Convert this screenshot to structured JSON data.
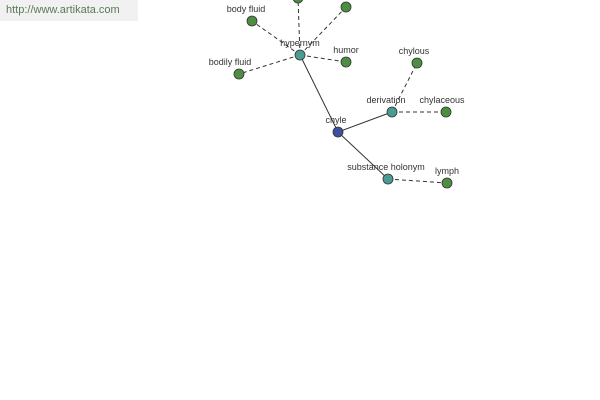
{
  "banner": {
    "url": "http://www.artikata.com"
  },
  "colors": {
    "center": "#3e4fa2",
    "relation": "#4b9a93",
    "word": "#4e8e43",
    "stroke": "#333333",
    "text": "#333333"
  },
  "graph": {
    "nodes": [
      {
        "id": "chyle",
        "label": "chyle",
        "kind": "center"
      },
      {
        "id": "hypernym",
        "label": "hypernym",
        "kind": "relation"
      },
      {
        "id": "derivation",
        "label": "derivation",
        "kind": "relation"
      },
      {
        "id": "substance-holonym",
        "label": "substance holonym",
        "kind": "relation"
      },
      {
        "id": "body-fluid",
        "label": "body fluid",
        "kind": "word"
      },
      {
        "id": "bodily-fluid",
        "label": "bodily fluid",
        "kind": "word"
      },
      {
        "id": "humor",
        "label": "humor",
        "kind": "word"
      },
      {
        "id": "hyp-top-a",
        "label": "",
        "kind": "word"
      },
      {
        "id": "hyp-top-b",
        "label": "",
        "kind": "word"
      },
      {
        "id": "chylous",
        "label": "chylous",
        "kind": "word"
      },
      {
        "id": "chylaceous",
        "label": "chylaceous",
        "kind": "word"
      },
      {
        "id": "lymph",
        "label": "lymph",
        "kind": "word"
      }
    ],
    "edges": [
      {
        "from": "chyle",
        "to": "hypernym",
        "style": "solid"
      },
      {
        "from": "chyle",
        "to": "derivation",
        "style": "solid"
      },
      {
        "from": "chyle",
        "to": "substance-holonym",
        "style": "solid"
      },
      {
        "from": "hypernym",
        "to": "body-fluid",
        "style": "dashed"
      },
      {
        "from": "hypernym",
        "to": "bodily-fluid",
        "style": "dashed"
      },
      {
        "from": "hypernym",
        "to": "humor",
        "style": "dashed"
      },
      {
        "from": "hypernym",
        "to": "hyp-top-a",
        "style": "dashed"
      },
      {
        "from": "hypernym",
        "to": "hyp-top-b",
        "style": "dashed"
      },
      {
        "from": "derivation",
        "to": "chylous",
        "style": "dashed"
      },
      {
        "from": "derivation",
        "to": "chylaceous",
        "style": "dashed"
      },
      {
        "from": "substance-holonym",
        "to": "lymph",
        "style": "dashed"
      }
    ]
  }
}
